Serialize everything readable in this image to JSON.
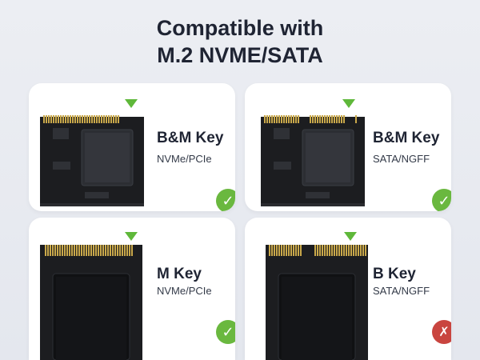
{
  "headline": {
    "line1": "Compatible with",
    "line2": "M.2 NVME/SATA"
  },
  "cards": [
    {
      "title": "B&M Key",
      "subtitle": "NVMe/PCIe",
      "status": "compatible",
      "status_icon": "check-icon"
    },
    {
      "title": "B&M Key",
      "subtitle": "SATA/NGFF",
      "status": "compatible",
      "status_icon": "check-icon"
    },
    {
      "title": "M Key",
      "subtitle": "NVMe/PCIe",
      "status": "compatible",
      "status_icon": "check-icon"
    },
    {
      "title": "B Key",
      "subtitle": "SATA/NGFF",
      "status": "incompatible",
      "status_icon": "cross-icon"
    }
  ],
  "icons": {
    "check": "✓",
    "cross": "✗"
  },
  "colors": {
    "check": "#6ab83f",
    "cross": "#c9453f",
    "arrow": "#5fb83a",
    "board": "#1c1d20",
    "gold": "#c9a84a"
  }
}
